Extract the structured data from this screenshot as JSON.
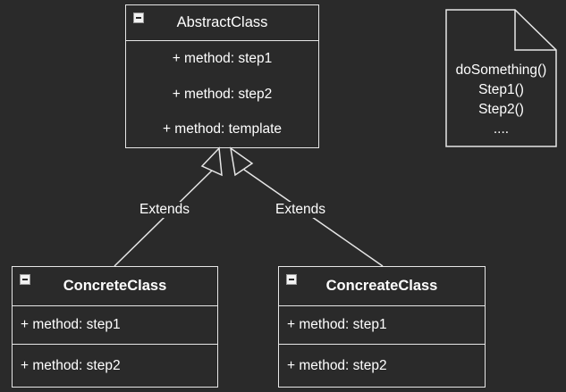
{
  "abstract_class": {
    "name": "AbstractClass",
    "methods": [
      "+ method: step1",
      "+ method: step2",
      "+ method: template"
    ]
  },
  "concrete_class_left": {
    "name": "ConcreteClass",
    "methods": [
      "+ method: step1",
      "+ method: step2"
    ]
  },
  "concrete_class_right": {
    "name": "ConcreateClass",
    "methods": [
      "+ method: step1",
      "+ method: step2"
    ]
  },
  "edges": {
    "left_label": "Extends",
    "right_label": "Extends"
  },
  "note": {
    "lines": [
      "doSomething()",
      "Step1()",
      "Step2()",
      "...."
    ]
  },
  "colors": {
    "background": "#2a2a2a",
    "stroke": "#e6e6e6",
    "text": "#ffffff"
  }
}
